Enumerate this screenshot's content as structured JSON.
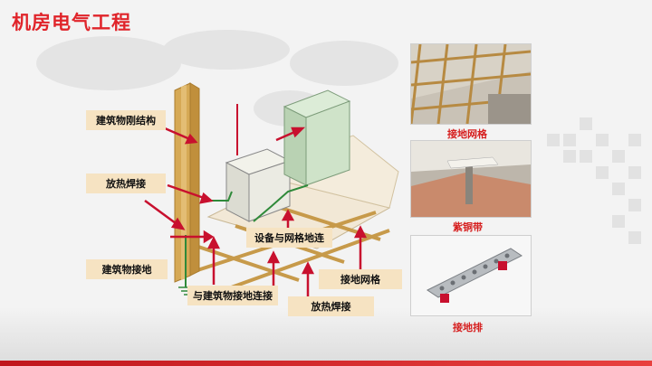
{
  "title": "机房电气工程",
  "colors": {
    "accent": "#e0242a",
    "label_bg": "#f6e3c2",
    "arrow": "#c8102e"
  },
  "diagram_labels": {
    "steel_structure": "建筑物刚结构",
    "exothermic_weld_left": "放热焊接",
    "building_ground": "建筑物接地",
    "equipment_to_grid": "设备与网格地连",
    "connect_building_ground": "与建筑物接地连接",
    "ground_grid": "接地网格",
    "exothermic_weld_bottom": "放热焊接"
  },
  "photo_captions": {
    "grid": "接地网格",
    "copper_strip": "紫铜带",
    "ground_bar": "接地排"
  }
}
